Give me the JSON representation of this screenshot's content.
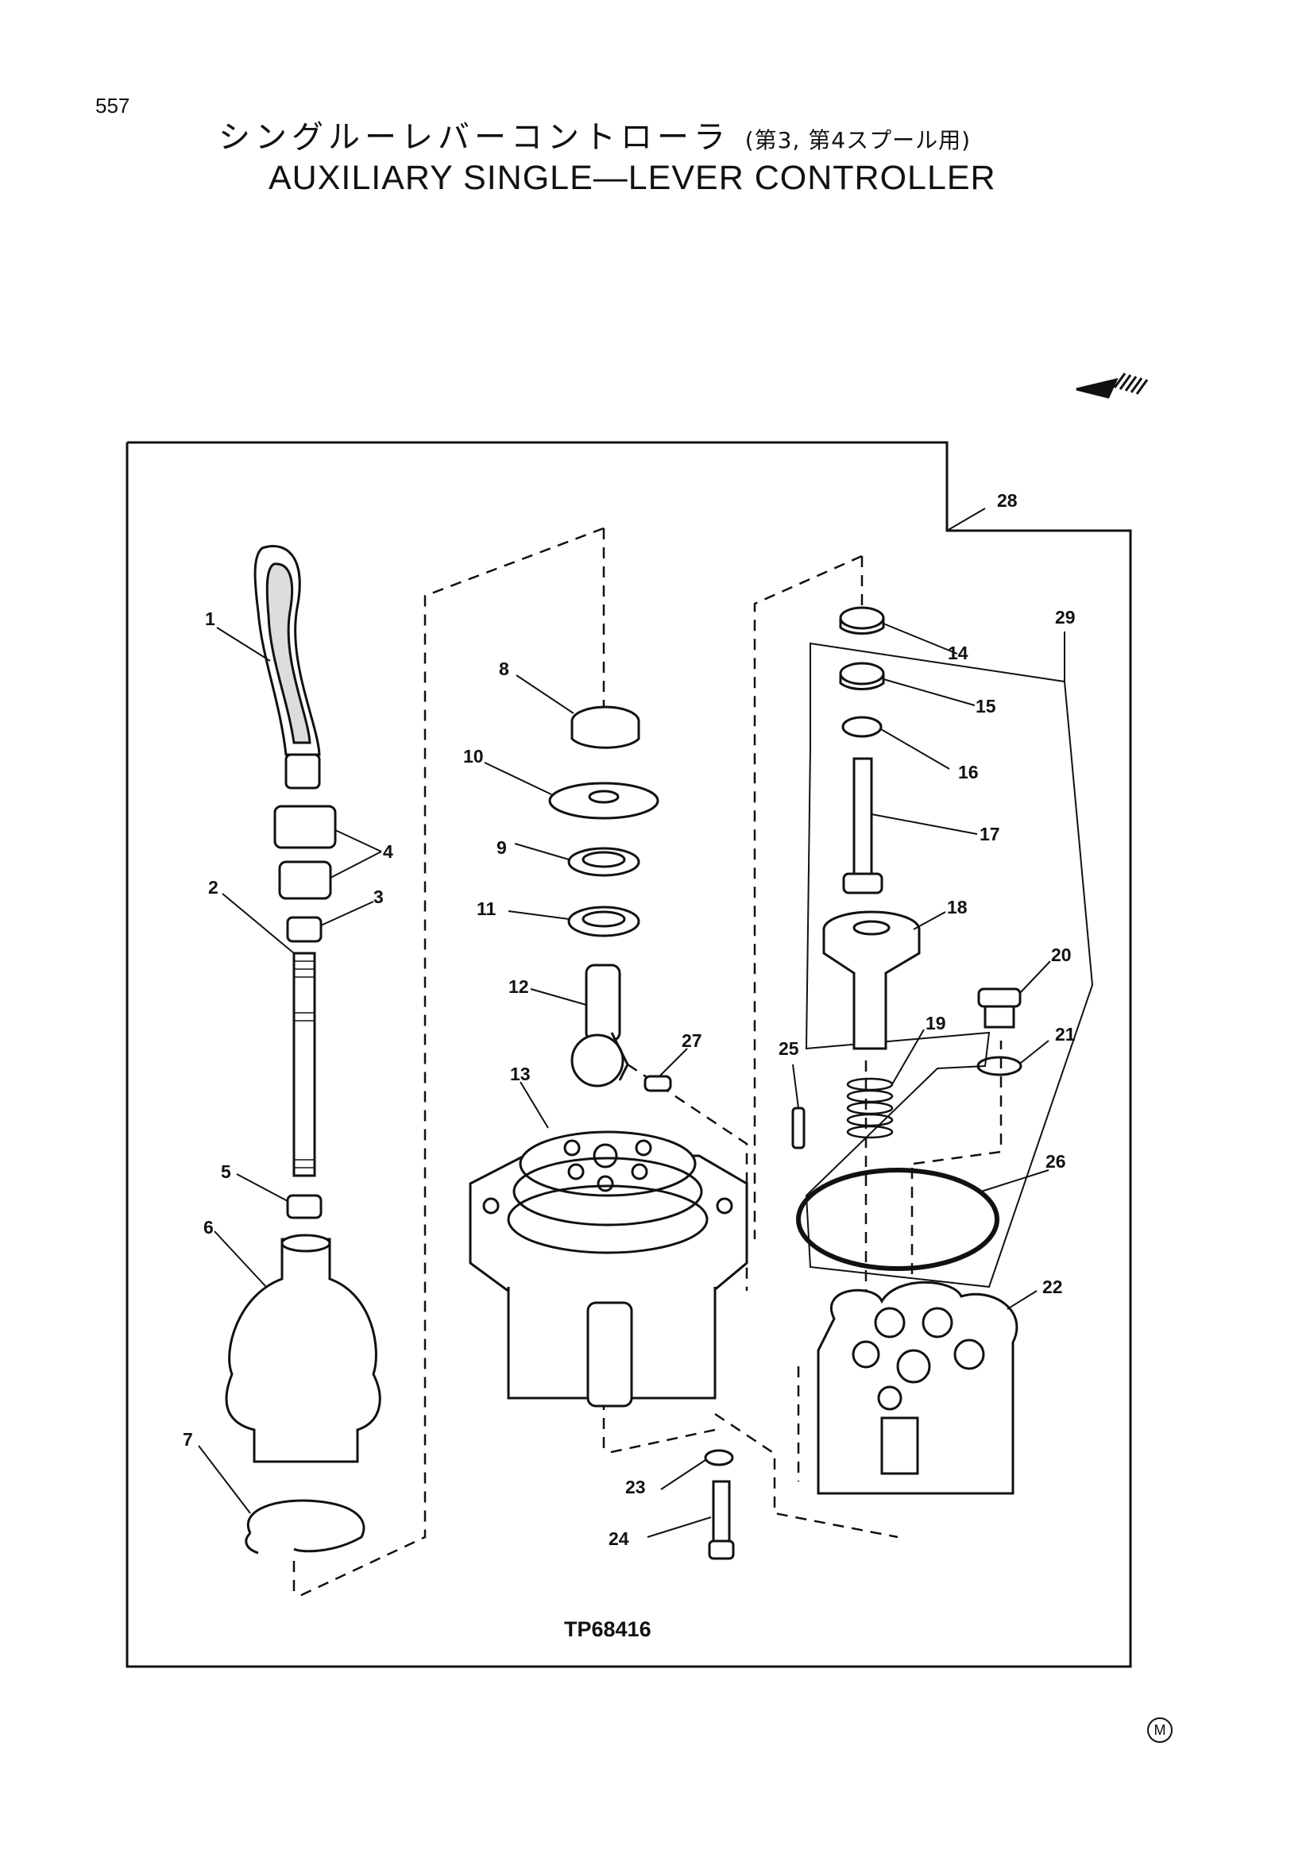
{
  "page": {
    "number": "557",
    "title_jp": "シングルーレバーコントローラ",
    "title_jp_note": "(第3, 第4スプール用)",
    "title_en": "AUXILIARY SINGLE—LEVER CONTROLLER",
    "drawing_code": "TP68416",
    "logo_letter": "M"
  },
  "callouts": [
    "1",
    "2",
    "3",
    "4",
    "5",
    "6",
    "7",
    "8",
    "9",
    "10",
    "11",
    "12",
    "13",
    "14",
    "15",
    "16",
    "17",
    "18",
    "19",
    "20",
    "21",
    "22",
    "23",
    "24",
    "25",
    "26",
    "27",
    "28",
    "29"
  ]
}
